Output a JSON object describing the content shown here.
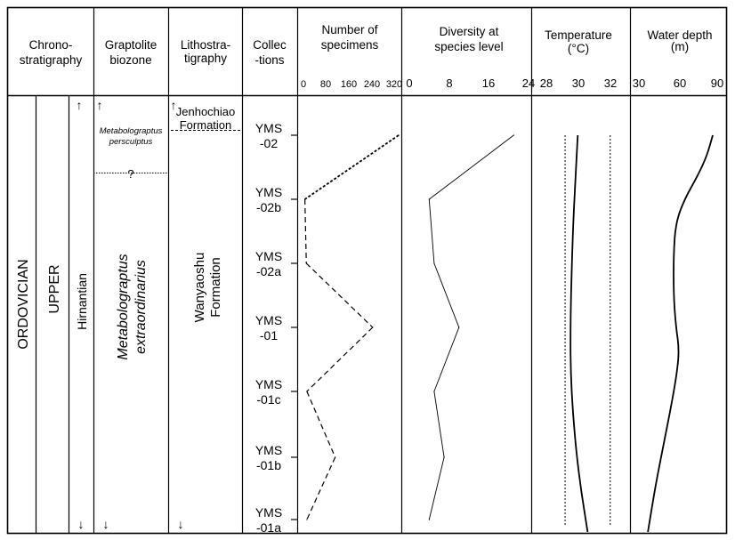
{
  "headers": {
    "chrono": [
      "Chrono-",
      "stratigraphy"
    ],
    "grapt": [
      "Graptolite",
      "biozone"
    ],
    "litho": [
      "Lithostra-",
      "tigraphy"
    ],
    "collec": [
      "Collec",
      "-tions"
    ]
  },
  "strat": {
    "system": "ORDOVICIAN",
    "series": "UPPER",
    "stage": "Hirnantian",
    "zone_upper": [
      "Metabolograptus",
      "persculptus"
    ],
    "zone_lower": [
      "Metabolograptus",
      "extraordinarius"
    ],
    "zone_boundary_mark": "?",
    "formation_upper": [
      "Jenhochiao",
      "Formation"
    ],
    "formation_lower": [
      "Wanyaoshu",
      "Formation"
    ],
    "arrow_up": "↑",
    "arrow_down": "↓"
  },
  "chart_data": [
    {
      "type": "line",
      "title": "Number of specimens",
      "x_ticks": [
        "0",
        "80",
        "160",
        "240",
        "320"
      ],
      "xlim": [
        0,
        330
      ],
      "line_style": "dashed",
      "series": [
        {
          "points": [
            {
              "sample": "YMS-02",
              "value": 330
            },
            {
              "sample": "YMS-02b",
              "value": 5
            },
            {
              "sample": "YMS-02a",
              "value": 10
            },
            {
              "sample": "YMS-01",
              "value": 240
            },
            {
              "sample": "YMS-01c",
              "value": 12
            },
            {
              "sample": "YMS-01b",
              "value": 110
            },
            {
              "sample": "YMS-01a",
              "value": 12
            }
          ]
        }
      ]
    },
    {
      "type": "line",
      "title": "Diversity at species level",
      "x_ticks": [
        "0",
        "8",
        "16",
        "24"
      ],
      "xlim": [
        0,
        24
      ],
      "line_style": "solid",
      "series": [
        {
          "points": [
            {
              "sample": "YMS-02",
              "value": 21
            },
            {
              "sample": "YMS-02b",
              "value": 4
            },
            {
              "sample": "YMS-02a",
              "value": 5
            },
            {
              "sample": "YMS-01",
              "value": 10
            },
            {
              "sample": "YMS-01c",
              "value": 5
            },
            {
              "sample": "YMS-01b",
              "value": 7
            },
            {
              "sample": "YMS-01a",
              "value": 4
            }
          ]
        }
      ]
    },
    {
      "type": "line",
      "title": "Temperature",
      "unit": "(°C)",
      "x_ticks": [
        "28",
        "30",
        "32"
      ],
      "xlim": [
        27,
        34
      ],
      "line_style": "solid",
      "reference_lines": [
        29.4,
        32.6
      ],
      "curve": [
        {
          "depth": 0.0,
          "value": 30.3
        },
        {
          "depth": 0.1,
          "value": 30.15
        },
        {
          "depth": 0.2,
          "value": 30.0
        },
        {
          "depth": 0.3,
          "value": 29.9
        },
        {
          "depth": 0.4,
          "value": 29.82
        },
        {
          "depth": 0.5,
          "value": 29.78
        },
        {
          "depth": 0.6,
          "value": 29.8
        },
        {
          "depth": 0.7,
          "value": 29.95
        },
        {
          "depth": 0.8,
          "value": 30.2
        },
        {
          "depth": 0.9,
          "value": 30.55
        },
        {
          "depth": 1.0,
          "value": 31.0
        }
      ]
    },
    {
      "type": "line",
      "title": "Water depth",
      "unit": "(m)",
      "x_ticks": [
        "30",
        "60",
        "90"
      ],
      "xlim": [
        25,
        95
      ],
      "line_style": "solid",
      "curve": [
        {
          "depth": 0.0,
          "value": 91
        },
        {
          "depth": 0.05,
          "value": 86
        },
        {
          "depth": 0.1,
          "value": 78
        },
        {
          "depth": 0.16,
          "value": 66
        },
        {
          "depth": 0.22,
          "value": 58
        },
        {
          "depth": 0.3,
          "value": 56
        },
        {
          "depth": 0.4,
          "value": 56
        },
        {
          "depth": 0.48,
          "value": 58
        },
        {
          "depth": 0.54,
          "value": 61
        },
        {
          "depth": 0.6,
          "value": 59
        },
        {
          "depth": 0.68,
          "value": 54
        },
        {
          "depth": 0.78,
          "value": 47
        },
        {
          "depth": 0.88,
          "value": 40
        },
        {
          "depth": 1.0,
          "value": 33
        }
      ]
    }
  ]
}
